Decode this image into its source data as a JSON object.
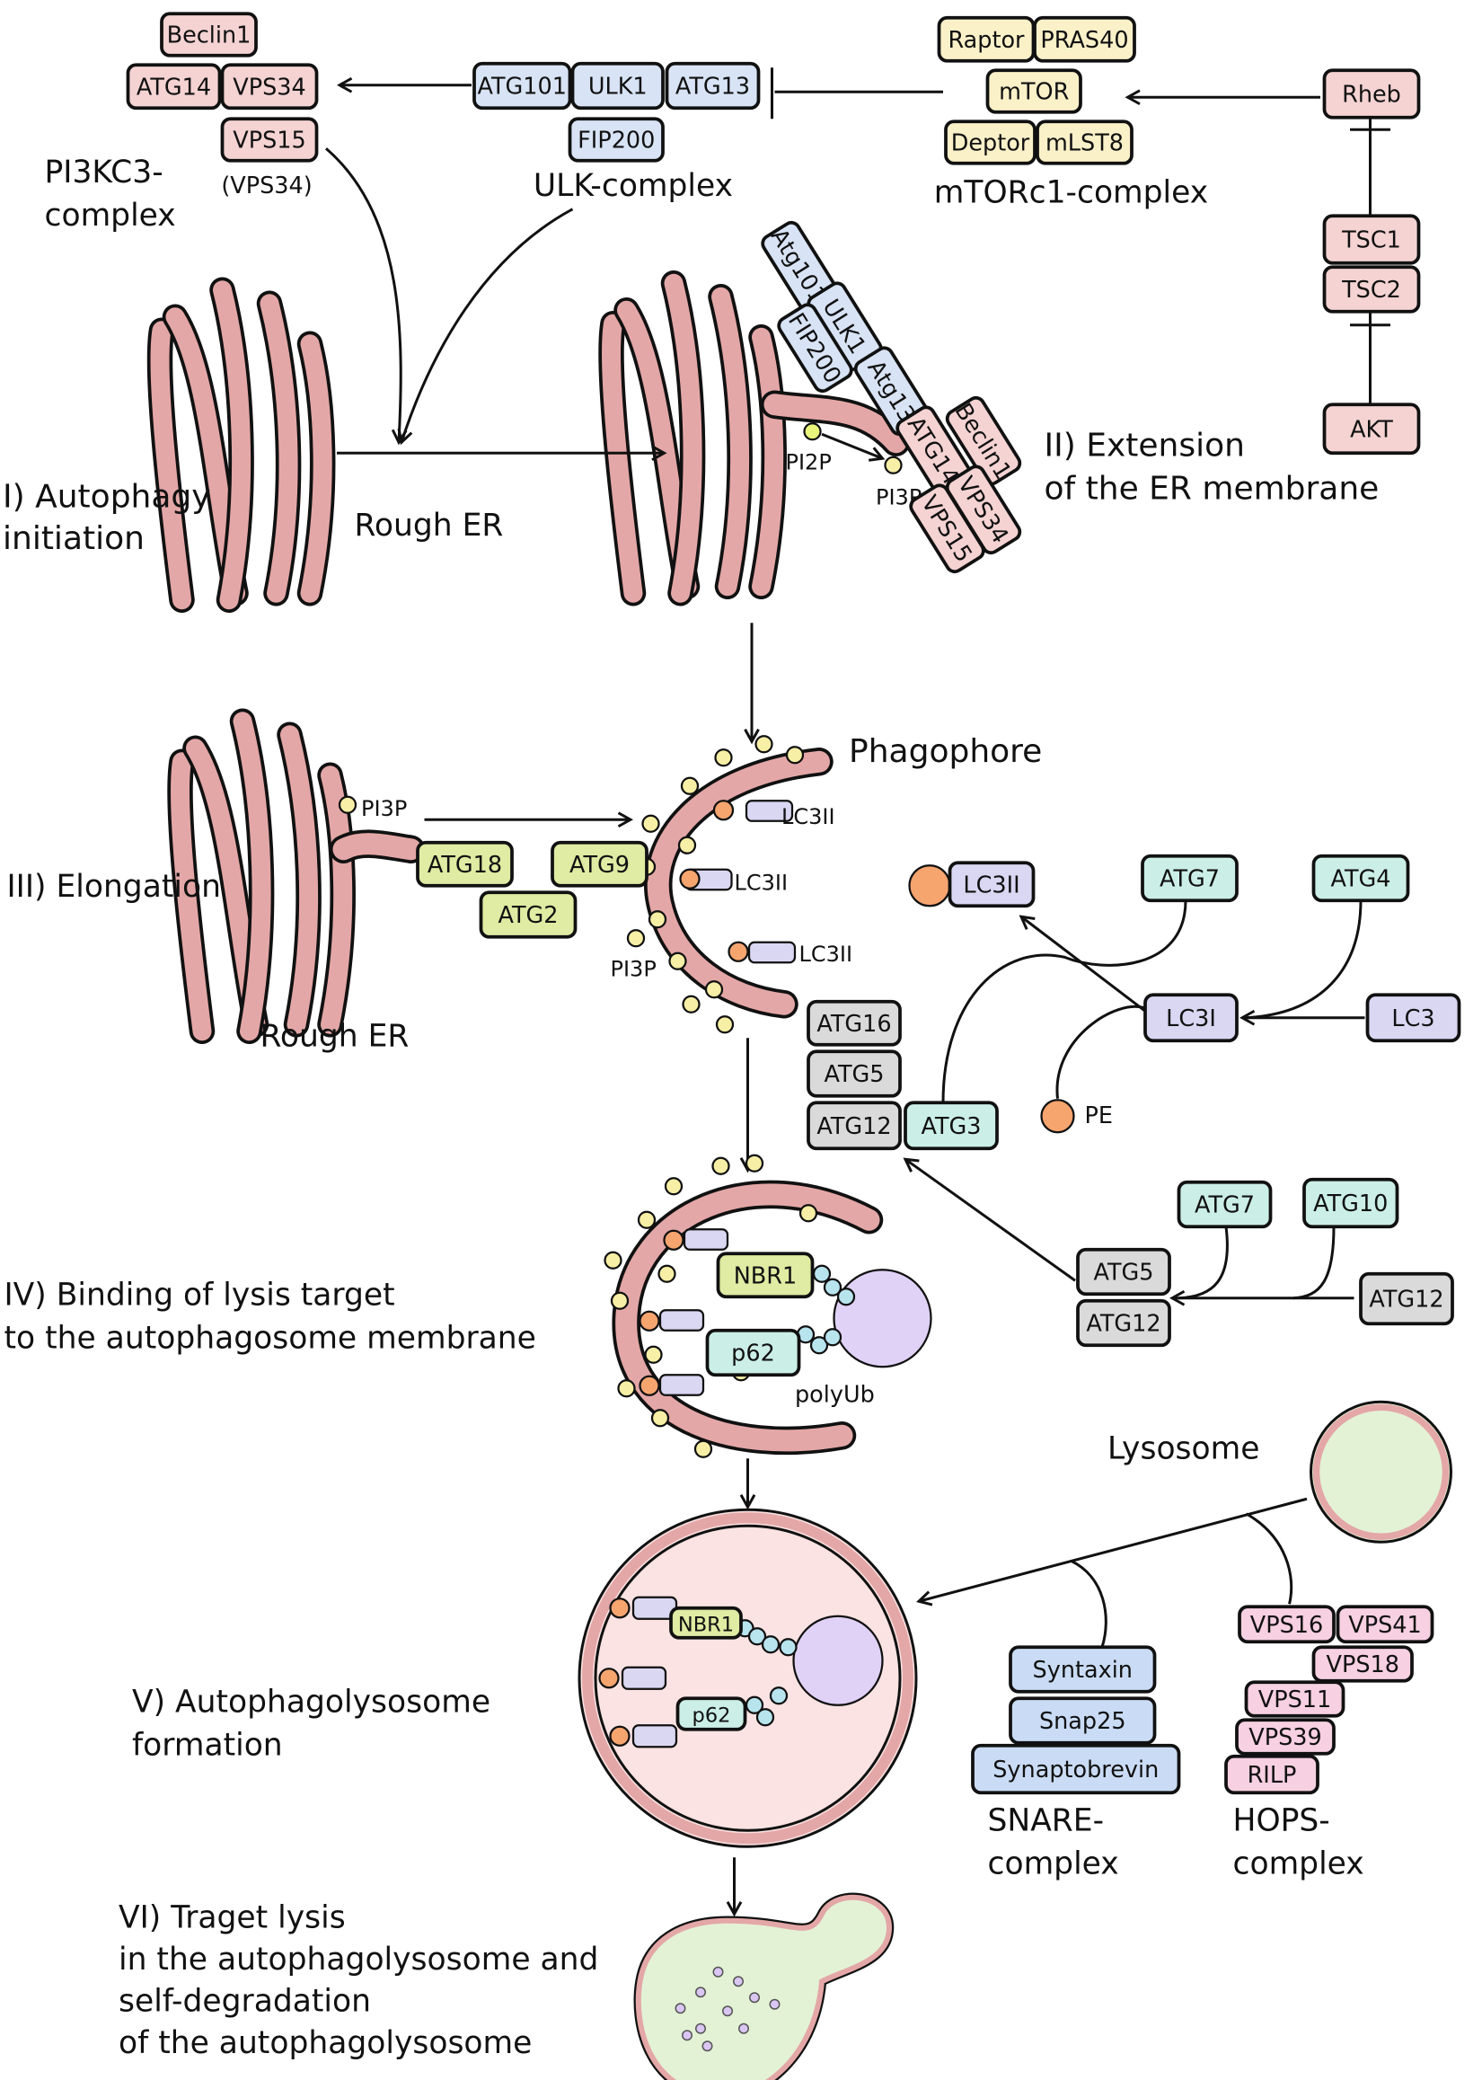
{
  "colors": {
    "pink": "#f5d3d3",
    "blue": "#d8e4f5",
    "cream": "#fbf1c9",
    "green": "#e0eba3",
    "cyan": "#cbefe7",
    "lavender": "#d9d7f2",
    "gray": "#dadada",
    "snare": "#cadcf5",
    "hops": "#f7d0e1",
    "membrane": "#e4a7a7",
    "lysosome": "#e3f2d5",
    "yellow": "#f7efa5",
    "orange": "#f6a56f"
  },
  "labels": {
    "pi3kc3_1": "PI3KC3-",
    "pi3kc3_2": "complex",
    "vps34_paren": "(VPS34)",
    "ulk_complex": "ULK-complex",
    "mtor_complex": "mTORc1-complex",
    "stage1_1": "I) Autophagy",
    "stage1_2": "initiation",
    "rough_er_1": "Rough ER",
    "stage2_1": "II) Extension",
    "stage2_2": "of the ER membrane",
    "pi2p": "PI2P",
    "pi3p_1": "PI3P",
    "pi3p_2": "PI3P",
    "pi3p_3": "PI3P",
    "stage3": "III) Elongation",
    "rough_er_2": "Rough ER",
    "phagophore": "Phagophore",
    "lc3ii_1": "LC3II",
    "lc3ii_2": "LC3II",
    "lc3ii_3": "LC3II",
    "pe": "PE",
    "stage4_1": "IV) Binding of lysis target",
    "stage4_2": "to the autophagosome membrane",
    "polyub": "polyUb",
    "stage5_1": "V) Autophagolysosome",
    "stage5_2": "formation",
    "lysosome": "Lysosome",
    "snare_1": "SNARE-",
    "snare_2": "complex",
    "hops_1": "HOPS-",
    "hops_2": "complex",
    "stage6_1": "VI) Traget lysis",
    "stage6_2": "in the autophagolysosome and",
    "stage6_3": "self-degradation",
    "stage6_4": "of the autophagolysosome"
  },
  "proteins": {
    "beclin1": "Beclin1",
    "atg14": "ATG14",
    "vps34": "VPS34",
    "vps15": "VPS15",
    "atg101": "ATG101",
    "ulk1": "ULK1",
    "atg13": "ATG13",
    "fip200": "FIP200",
    "raptor": "Raptor",
    "pras40": "PRAS40",
    "mtor": "mTOR",
    "deptor": "Deptor",
    "mlst8": "mLST8",
    "rheb": "Rheb",
    "tsc1": "TSC1",
    "tsc2": "TSC2",
    "akt": "AKT",
    "r_atg101": "Atg101",
    "r_ulk1": "ULK1",
    "r_fip200": "FIP200",
    "r_atg13": "Atg13",
    "r_atg14": "ATG14",
    "r_beclin1": "Beclin1",
    "r_vps34": "VPS34",
    "r_vps15": "VPS15",
    "atg18": "ATG18",
    "atg9": "ATG9",
    "atg2": "ATG2",
    "lc3ii": "LC3II",
    "atg7_a": "ATG7",
    "atg4": "ATG4",
    "lc3i": "LC3I",
    "lc3": "LC3",
    "atg16": "ATG16",
    "atg5_a": "ATG5",
    "atg12_a": "ATG12",
    "atg3": "ATG3",
    "atg7_b": "ATG7",
    "atg10": "ATG10",
    "atg5_b": "ATG5",
    "atg12_b": "ATG12",
    "atg12_c": "ATG12",
    "nbr1_a": "NBR1",
    "p62_a": "p62",
    "nbr1_b": "NBR1",
    "p62_b": "p62",
    "syntaxin": "Syntaxin",
    "snap25": "Snap25",
    "synaptobrevin": "Synaptobrevin",
    "vps16": "VPS16",
    "vps41": "VPS41",
    "vps18": "VPS18",
    "vps11": "VPS11",
    "vps39": "VPS39",
    "rilp": "RILP"
  }
}
